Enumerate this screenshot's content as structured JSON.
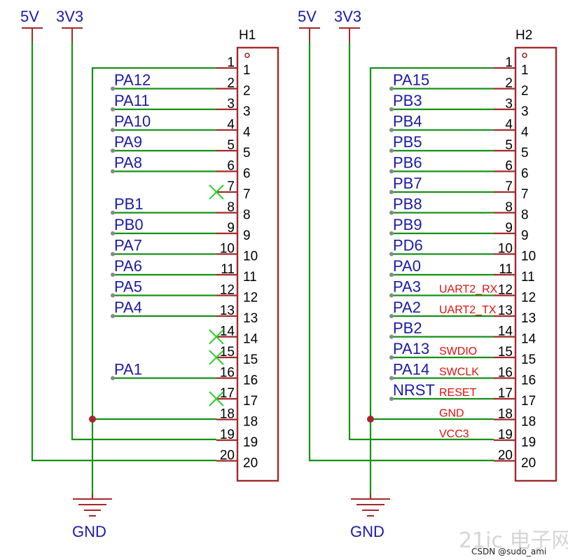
{
  "headers": [
    {
      "ref": "H1",
      "pins": [
        "1",
        "2",
        "3",
        "4",
        "5",
        "6",
        "7",
        "8",
        "9",
        "10",
        "11",
        "12",
        "13",
        "14",
        "15",
        "16",
        "17",
        "18",
        "19",
        "20"
      ],
      "nets": [
        "",
        "PA12",
        "PA11",
        "PA10",
        "PA9",
        "PA8",
        "",
        "PB1",
        "PB0",
        "PA7",
        "PA6",
        "PA5",
        "PA4",
        "",
        "",
        "PA1",
        "",
        "",
        "",
        ""
      ],
      "notes": [
        "",
        "",
        "",
        "",
        "",
        "",
        "",
        "",
        "",
        "",
        "",
        "",
        "",
        "",
        "",
        "",
        "",
        "",
        "",
        ""
      ],
      "no_connect": [
        7,
        14,
        15,
        17
      ]
    },
    {
      "ref": "H2",
      "pins": [
        "1",
        "2",
        "3",
        "4",
        "5",
        "6",
        "7",
        "8",
        "9",
        "10",
        "11",
        "12",
        "13",
        "14",
        "15",
        "16",
        "17",
        "18",
        "19",
        "20"
      ],
      "nets": [
        "",
        "PA15",
        "PB3",
        "PB4",
        "PB5",
        "PB6",
        "PB7",
        "PB8",
        "PB9",
        "PD6",
        "PA0",
        "PA3",
        "PA2",
        "PB2",
        "PA13",
        "PA14",
        "NRST",
        "",
        "",
        ""
      ],
      "notes": [
        "",
        "",
        "",
        "",
        "",
        "",
        "",
        "",
        "",
        "",
        "",
        "UART2_RX",
        "UART2_TX",
        "",
        "SWDIO",
        "SWCLK",
        "RESET",
        "GND",
        "VCC3",
        ""
      ],
      "no_connect": []
    }
  ],
  "power": {
    "v5": "5V",
    "v33": "3V3",
    "gnd": "GND"
  },
  "colors": {
    "wire": "#179117",
    "component": "#a3282b",
    "net_label": "#1a1aa6",
    "note": "#e01010",
    "no_connect": "#2ecc2e"
  },
  "watermark": {
    "logo": "21ic 电子网",
    "credit": "CSDN @sudo_ami"
  }
}
